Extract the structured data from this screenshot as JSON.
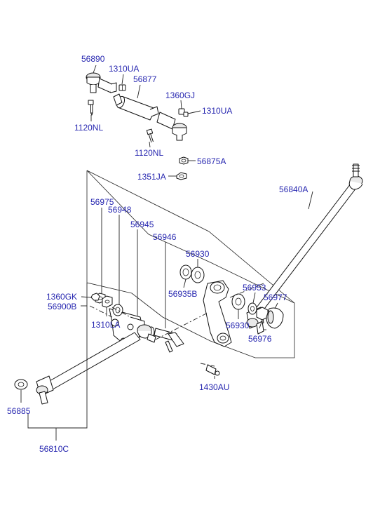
{
  "diagram": {
    "part_labels": [
      "56890",
      "1310UA",
      "56877",
      "1360GJ",
      "1310UA",
      "1120NL",
      "1120NL",
      "56875A",
      "1351JA",
      "56840A",
      "56975",
      "56948",
      "56945",
      "56900B",
      "56946",
      "56930",
      "56935B",
      "56953",
      "56977",
      "1360GK",
      "56930",
      "56976",
      "1310LA",
      "56885",
      "1430AU",
      "56810C"
    ]
  }
}
